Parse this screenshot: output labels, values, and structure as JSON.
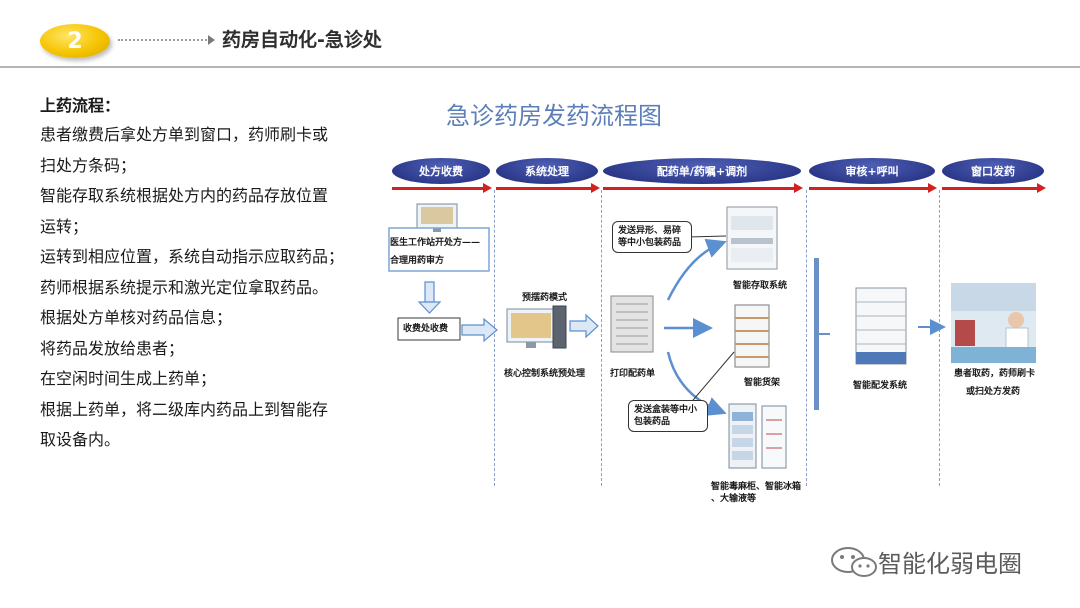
{
  "header": {
    "number": "2",
    "title": "药房自动化-急诊处"
  },
  "left_panel": {
    "heading": "上药流程：",
    "lines": [
      "患者缴费后拿处方单到窗口，药师刷卡或",
      "扫处方条码；",
      "智能存取系统根据处方内的药品存放位置",
      "运转；",
      "运转到相应位置，系统自动指示应取药品；",
      "药师根据系统提示和激光定位拿取药品。",
      "根据处方单核对药品信息；",
      "将药品发放给患者；",
      "在空闲时间生成上药单；",
      "根据上药单，将二级库内药品上到智能存",
      "取设备内。"
    ]
  },
  "flowchart": {
    "title": "急诊药房发药流程图",
    "stages": [
      "处方收费",
      "系统处理",
      "配药单/药嘱+调剂",
      "审核+呼叫",
      "窗口发药"
    ],
    "labels": {
      "doctor_workstation": "医生工作站开处方——",
      "rational_drug_review": "合理用药审方",
      "fee_window": "收费处收费",
      "preset_mode": "预摆药模式",
      "core_control": "核心控制系统预处理",
      "print_order": "打印配药单",
      "callout_irregular": "发送异形、易碎等中小包装药品",
      "smart_storage": "智能存取系统",
      "smart_shelf": "智能货架",
      "callout_boxed": "发送盒装等中小包装药品",
      "smart_cabinet_1": "智能毒麻柜、智能冰箱",
      "smart_cabinet_2": "、大输液等",
      "smart_dispense": "智能配发系统",
      "patient_pickup_1": "患者取药，药师刷卡",
      "patient_pickup_2": "或扫处方发药"
    },
    "colors": {
      "stage_pill": "#2d3a8c",
      "red_arrow": "#d42020",
      "blue_arrow": "#5b8fd0",
      "title": "#5d7fb9"
    }
  },
  "watermark": {
    "text": "智能化弱电圈",
    "icon": "wechat-icon"
  }
}
